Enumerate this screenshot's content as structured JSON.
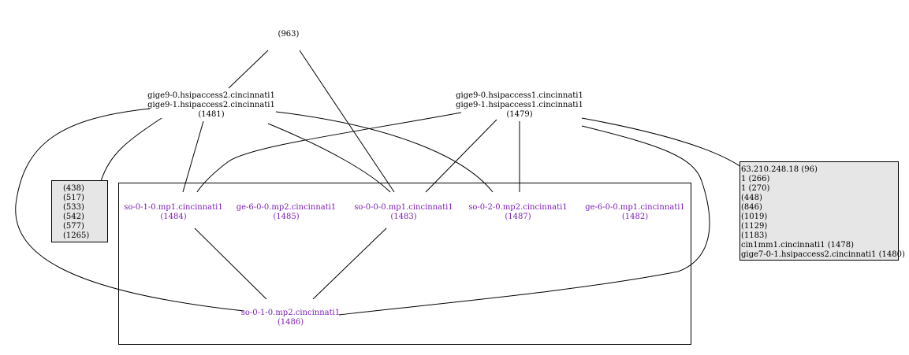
{
  "top_node": {
    "label": "(963)"
  },
  "access2_node": {
    "lines": [
      "gige9-0.hsipaccess2.cincinnati1",
      "gige9-1.hsipaccess2.cincinnati1",
      "(1481)"
    ]
  },
  "access1_node": {
    "lines": [
      "gige9-0.hsipaccess1.cincinnati1",
      "gige9-1.hsipaccess1.cincinnati1",
      "(1479)"
    ]
  },
  "left_box": {
    "lines": [
      "(438)",
      "(517)",
      "(533)",
      "(542)",
      "(577)",
      "(1265)"
    ]
  },
  "right_box": {
    "lines": [
      "63.210.248.18 (96)",
      "1 (266)",
      "1 (270)",
      "(448)",
      "(846)",
      "(1019)",
      "(1129)",
      "(1183)",
      "cin1mm1.cincinnati1 (1478)",
      "gige7-0-1.hsipaccess2.cincinnati1 (1480)"
    ]
  },
  "cluster_nodes": [
    {
      "name": "so-0-1-0.mp1.cincinnati1",
      "id": "(1484)"
    },
    {
      "name": "ge-6-0-0.mp2.cincinnati1",
      "id": "(1485)"
    },
    {
      "name": "so-0-0-0.mp1.cincinnati1",
      "id": "(1483)"
    },
    {
      "name": "so-0-2-0.mp2.cincinnati1",
      "id": "(1487)"
    },
    {
      "name": "ge-6-0-0.mp1.cincinnati1",
      "id": "(1482)"
    }
  ],
  "bottom_node": {
    "name": "so-0-1-0.mp2.cincinnati1",
    "id": "(1486)"
  },
  "colors": {
    "inner_text": "#7b1fb0",
    "box_fill": "#e6e6e6",
    "line": "#000000"
  }
}
